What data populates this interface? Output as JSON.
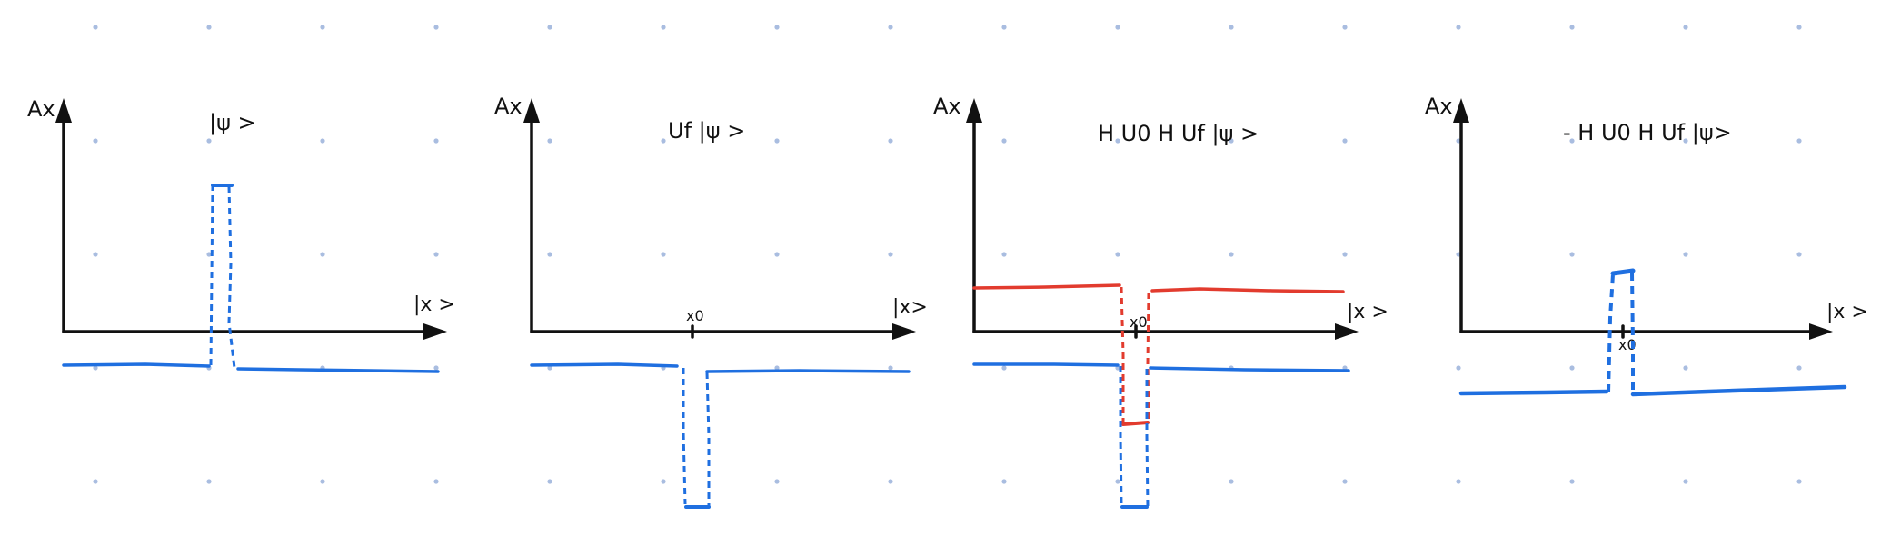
{
  "panels": [
    {
      "axis_label_y": "Ax",
      "axis_label_x": "|x >",
      "state_label": "|ψ >",
      "marker_label": ""
    },
    {
      "axis_label_y": "Ax",
      "axis_label_x": "|x>",
      "state_label": "Uf |ψ >",
      "marker_label": "x0"
    },
    {
      "axis_label_y": "Ax",
      "axis_label_x": "|x >",
      "state_label": "H U0 H Uf |ψ >",
      "marker_label": "x0"
    },
    {
      "axis_label_y": "Ax",
      "axis_label_x": "|x >",
      "state_label": "- H U0 H Uf |ψ>",
      "marker_label": "x0"
    }
  ],
  "colors": {
    "axis": "#111111",
    "blue": "#1f6fe0",
    "red": "#e23b2e",
    "grid_dot": "#a9bde0",
    "background": "#ffffff"
  }
}
